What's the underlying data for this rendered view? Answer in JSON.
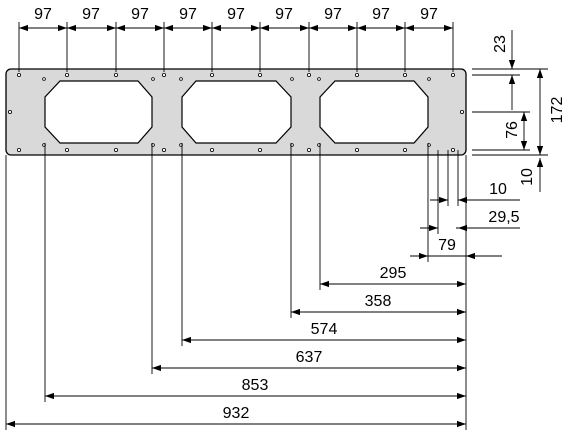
{
  "drawing": {
    "colors": {
      "line": "#000000",
      "plate": "#d9d9d9",
      "hole": "#ffffff"
    },
    "pitch_label": "97",
    "horizontal": [
      {
        "id": "d295",
        "label": "295"
      },
      {
        "id": "d358",
        "label": "358"
      },
      {
        "id": "d574",
        "label": "574"
      },
      {
        "id": "d637",
        "label": "637"
      },
      {
        "id": "d853",
        "label": "853"
      },
      {
        "id": "d932",
        "label": "932"
      }
    ],
    "right_small": [
      {
        "id": "d10h",
        "label": "10"
      },
      {
        "id": "d29_5",
        "label": "29,5"
      },
      {
        "id": "d79",
        "label": "79"
      }
    ],
    "vertical": [
      {
        "id": "v23",
        "label": "23"
      },
      {
        "id": "v76",
        "label": "76"
      },
      {
        "id": "v172",
        "label": "172"
      },
      {
        "id": "v10",
        "label": "10"
      }
    ]
  }
}
